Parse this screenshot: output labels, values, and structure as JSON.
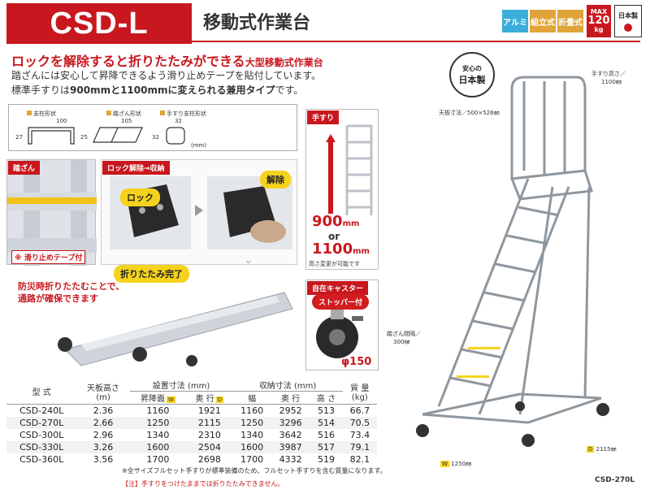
{
  "header": {
    "model": "CSD-L",
    "subtitle": "移動式作業台",
    "badges": {
      "alumi": "アルミ",
      "kumitate": "組立式",
      "oritatami": "折畳式",
      "max_label": "MAX",
      "max_value": "120",
      "max_unit": "kg",
      "made_in": "日本製"
    }
  },
  "intro": {
    "headline": "ロックを解除すると折りたたみができる",
    "headline_small": "大型移動式作業台",
    "desc1": "踏ざんには安心して昇降できるよう滑り止めテープを貼付しています。",
    "desc2_pre": "標準手すりは",
    "desc2_bold": "900mmと1100mmに変えられる兼用タイプ",
    "desc2_post": "です。"
  },
  "spec_shapes": {
    "shichu_label": "支柱形状",
    "shichu_w": "100",
    "shichu_h": "27",
    "fumizan_label": "踏ざん形状",
    "fumizan_w": "105",
    "fumizan_h": "25",
    "tesuri_label": "手すり支柱形状",
    "tesuri_w": "32",
    "tesuri_h": "32",
    "unit": "(mm)"
  },
  "photos": {
    "fumizan_tag": "踏ざん",
    "fumizan_caption": "※ 滑り止めテープ付",
    "lock_tag": "ロック解除→収納",
    "lock_label": "ロック",
    "release_label": "解除",
    "fold_done": "折りたたみ完了",
    "disaster_line1": "防災時折りたたむことで、",
    "disaster_line2": "通路が確保できます",
    "tesuri_tag": "手すり",
    "height_900": "900",
    "height_or": "or",
    "height_1100": "1100",
    "height_unit": "mm",
    "height_note": "高さ変更が可能です",
    "caster_tag": "自在キャスター",
    "stopper": "ストッパー付",
    "caster_size": "φ150"
  },
  "illustration": {
    "anshin1": "安心の",
    "anshin2": "日本製",
    "tenban": "天板寸法／500×526㎜",
    "tesuri_height": "手すり高さ／",
    "tesuri_height_val": "1100㎜",
    "fumizan_pitch": "踏ざん間隔／",
    "fumizan_pitch_val": "300㎜",
    "dim_w": "W",
    "dim_w_val": "1250㎜",
    "dim_d": "D",
    "dim_d_val": "2115㎜",
    "model_label": "CSD-270L"
  },
  "table": {
    "h_model": "型 式",
    "h_height": "天板高さ",
    "h_height_unit": "(m)",
    "h_install": "設置寸法 (mm)",
    "h_install_w": "昇降面",
    "h_install_w_tag": "W",
    "h_install_d": "奥 行",
    "h_install_d_tag": "D",
    "h_storage": "収納寸法 (mm)",
    "h_storage_w": "幅",
    "h_storage_d": "奥 行",
    "h_storage_h": "高 さ",
    "h_weight": "質 量",
    "h_weight_unit": "(kg)",
    "rows": [
      [
        "CSD-240L",
        "2.36",
        "1160",
        "1921",
        "1160",
        "2952",
        "513",
        "66.7"
      ],
      [
        "CSD-270L",
        "2.66",
        "1250",
        "2115",
        "1250",
        "3296",
        "514",
        "70.5"
      ],
      [
        "CSD-300L",
        "2.96",
        "1340",
        "2310",
        "1340",
        "3642",
        "516",
        "73.4"
      ],
      [
        "CSD-330L",
        "3.26",
        "1600",
        "2504",
        "1600",
        "3987",
        "517",
        "79.1"
      ],
      [
        "CSD-360L",
        "3.56",
        "1700",
        "2698",
        "1700",
        "4332",
        "519",
        "82.1"
      ]
    ]
  },
  "notes": {
    "note1": "※全サイズフルセット手すりが標準装備のため、フルセット手すりを含む質量になります。",
    "note2": "【注】手すりをつけたままでは折りたたみできません。"
  },
  "colors": {
    "brand_red": "#c8171e",
    "alumi_blue": "#3aaed8",
    "orange": "#e0a43a",
    "yellow": "#f5d31c"
  }
}
